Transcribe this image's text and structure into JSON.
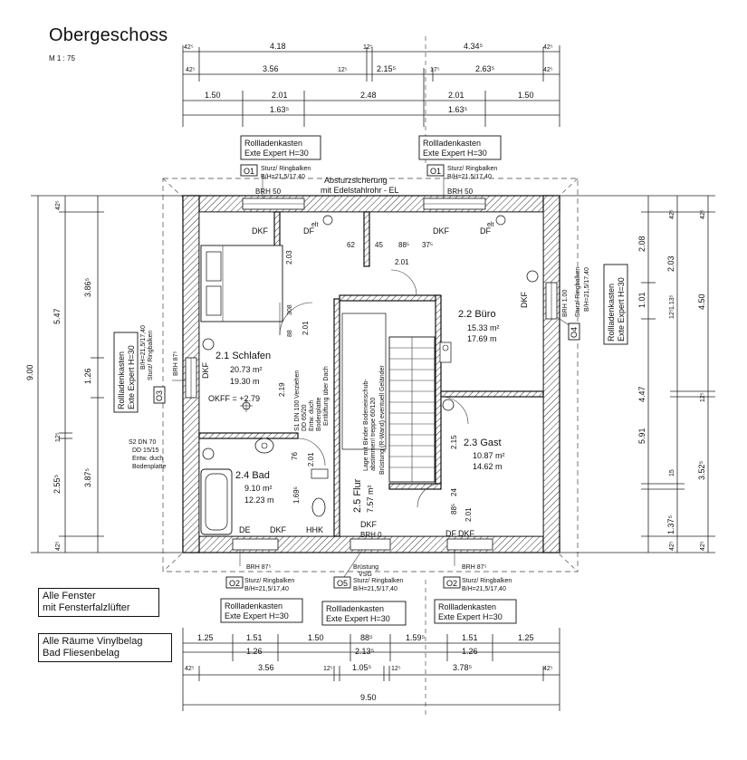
{
  "header": {
    "title": "Obergeschoss",
    "scale": "M 1 : 75"
  },
  "notes": {
    "fenster_1": "Alle Fenster",
    "fenster_2": "mit Fensterfalzlüfter",
    "belag_1": "Alle Räume Vinylbelag",
    "belag_2": "Bad Fliesenbelag"
  },
  "dims_top": {
    "row1": [
      "4.18",
      "4.34⁵"
    ],
    "row1_small": [
      "42⁵",
      "12⁵",
      "42⁵"
    ],
    "row2": [
      "3.56",
      "2.15⁵",
      "2.63⁵"
    ],
    "row2_small": [
      "42⁵",
      "12⁵",
      "17⁵",
      "42⁵"
    ],
    "row3": [
      "1.50",
      "2.01",
      "2.48",
      "2.01",
      "1.50"
    ],
    "row3_b": [
      "1.63⁵",
      "1.63⁵"
    ]
  },
  "dims_bottom": {
    "row1": [
      "1.25",
      "1.51",
      "1.50",
      "88⁵",
      "1.59⁵",
      "1.51",
      "1.25"
    ],
    "row1_b": [
      "1.26",
      "2.13⁵",
      "1.26"
    ],
    "row2": [
      "42⁵",
      "3.56",
      "12⁵",
      "1.05⁵",
      "12⁵",
      "3.78⁵",
      "42⁵"
    ],
    "total": "9.50"
  },
  "dims_left": [
    "42⁵",
    "3.86⁵",
    "5.47",
    "1.26",
    "9.00",
    "12⁵",
    "2.55⁵",
    "3.87⁵",
    "42⁵"
  ],
  "dims_right": [
    "42⁵",
    "42⁵",
    "2.08",
    "2.03",
    "1.01",
    "1.13⁵",
    "12⁵",
    "4.50",
    "4.47",
    "12⁵",
    "5.91",
    "15",
    "3.52⁵",
    "1.37⁵",
    "42⁵",
    "42⁵"
  ],
  "rooms": [
    {
      "name": "2.1 Schlafen",
      "area": "20.73 m²",
      "perimeter": "19.30 m",
      "extra": "OKFF = +2.79"
    },
    {
      "name": "2.2 Büro",
      "area": "15.33 m²",
      "perimeter": "17.69 m"
    },
    {
      "name": "2.3 Gast",
      "area": "10.87 m²",
      "perimeter": "14.62 m"
    },
    {
      "name": "2.4 Bad",
      "area": "9.10 m²",
      "perimeter": "12.23 m"
    },
    {
      "name": "2.5 Flur",
      "area": "7.57 m²"
    }
  ],
  "rollladen": {
    "line1": "Rollladenkasten",
    "line2": "Exte Expert H=30"
  },
  "window_tags": {
    "o1": "O1",
    "o2": "O2",
    "o3": "O3",
    "o4": "O4",
    "o5": "O5"
  },
  "window_notes": {
    "sturz": "Sturz/ Ringbalken",
    "bh": "B/H=21,5/17,40",
    "brh50": "BRH 50",
    "brh87": "BRH 87⁵",
    "brh87v": "BRH 87⁵",
    "brh100": "BRH 1.00",
    "brh0": "BRH 0",
    "bruestung": "Brüstung",
    "vsg": "VSG"
  },
  "labels": {
    "absturz1": "Absturzsicherung",
    "absturz2": "mit Edelstahlrohr - EL",
    "dkf": "DKF",
    "df": "DF",
    "elt": "elt",
    "hhk": "HHK",
    "de": "DE",
    "s1": "S1 DN 100 Verziehen",
    "s1b": "DD 65/20",
    "s1c": "Entw. duch",
    "s1d": "Bodenplatte",
    "s1e": "Entlüftung über Dach",
    "s2": "S2 DN 70",
    "s2b": "DD 15/15",
    "s2c": "Entw. duch",
    "s2d": "Bodenplatte",
    "treppe1": "Lage mit Binder Bodeneinschub-",
    "treppe2": "abstimmen! treppe 60/120",
    "treppe3": "Brüstung (R-Wand) eventuell Geländer",
    "in_62": "62",
    "in_45": "45",
    "in_88": "88⁵",
    "in_375": "37⁵",
    "in_201a": "2.01",
    "in_203": "2.03",
    "in_219": "2.19",
    "in_201b": "2.01",
    "in_201c": "2.01",
    "in_76": "76",
    "in_169": "1.69⁵",
    "in_215": "2.15",
    "in_201d": "2.01",
    "in_885": "88⁵",
    "in_24": "24",
    "in_201e": "2.01",
    "in_308": "308",
    "in_88b": "88"
  }
}
